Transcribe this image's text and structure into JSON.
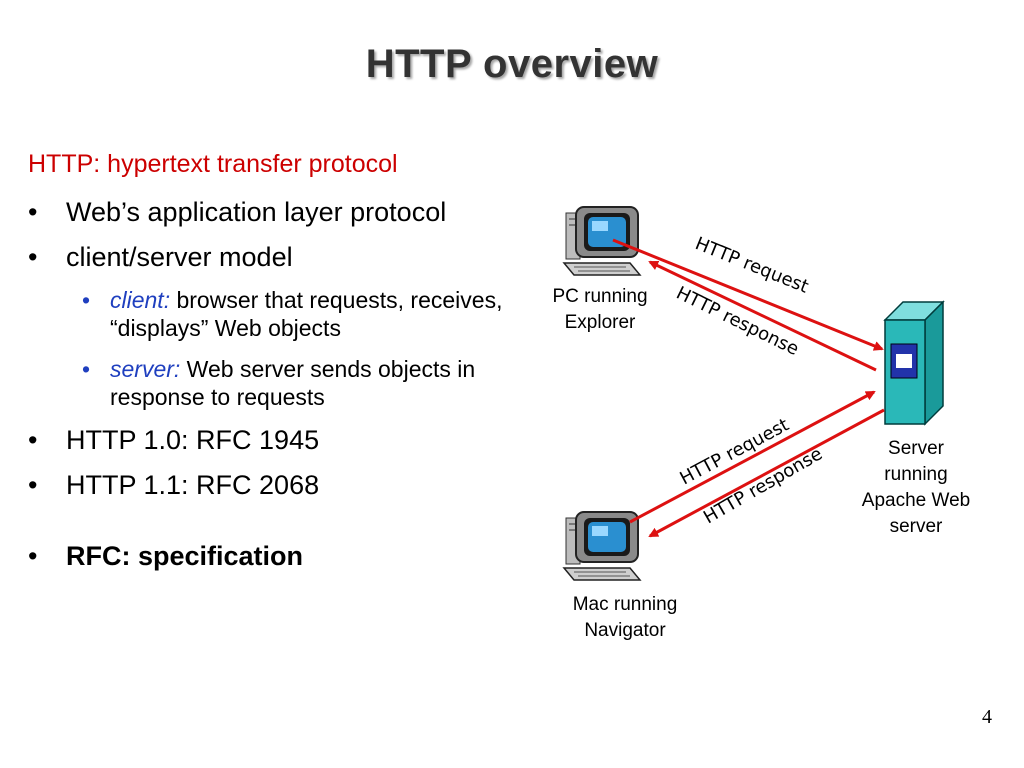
{
  "title": "HTTP overview",
  "heading": "HTTP: hypertext transfer protocol",
  "bullets": {
    "b1": "Web’s application layer protocol",
    "b2": "client/server model",
    "client_term": "client:",
    "client_text": " browser that requests, receives, “displays” Web objects",
    "server_term": "server:",
    "server_text": " Web server sends objects in response to requests",
    "b3": "HTTP 1.0: RFC 1945",
    "b4": "HTTP 1.1: RFC 2068",
    "b5": "RFC: specification"
  },
  "bullet_char": "•",
  "diagram": {
    "pc_label_1": "PC running",
    "pc_label_2": "Explorer",
    "mac_label_1": "Mac running",
    "mac_label_2": "Navigator",
    "server_label_1": "Server",
    "server_label_2": "running",
    "server_label_3": "Apache Web",
    "server_label_4": "server",
    "top_request": "HTTP request",
    "top_response": "HTTP response",
    "bottom_request": "HTTP request",
    "bottom_response": "HTTP response"
  },
  "colors": {
    "heading": "#cc0000",
    "term": "#1f3fbf",
    "arrow": "#dd1111",
    "server_fill": "#2ab8b8"
  },
  "page_number": "4"
}
